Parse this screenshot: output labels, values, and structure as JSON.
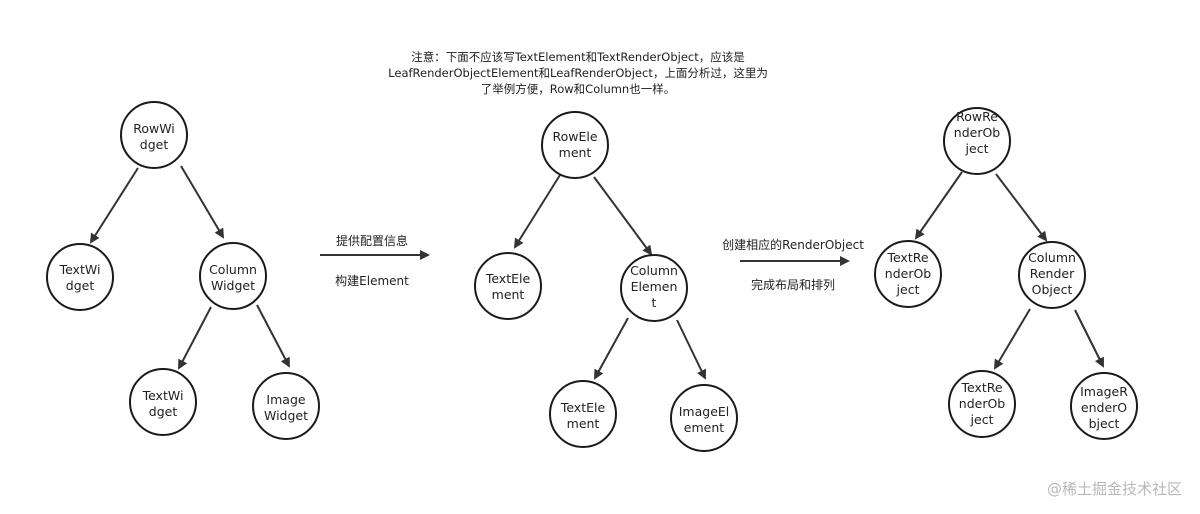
{
  "note": {
    "lines": [
      "注意：下面不应该写TextElement和TextRenderObject，应该是",
      "LeafRenderObjectElement和LeafRenderObject，上面分析过，这里为",
      "了举例方便，Row和Column也一样。"
    ]
  },
  "trees": {
    "widget": {
      "root": [
        "RowWi",
        "dget"
      ],
      "left": [
        "TextWi",
        "dget"
      ],
      "right": [
        "Column",
        "Widget"
      ],
      "right_left": [
        "TextWi",
        "dget"
      ],
      "right_right": [
        "Image",
        "Widget"
      ]
    },
    "element": {
      "root": [
        "RowEle",
        "ment"
      ],
      "left": [
        "TextEle",
        "ment"
      ],
      "right": [
        "Column",
        "Elemen",
        "t"
      ],
      "right_left": [
        "TextEle",
        "ment"
      ],
      "right_right": [
        "ImageEl",
        "ement"
      ]
    },
    "render": {
      "root": [
        "RowRe",
        "nderOb",
        "ject"
      ],
      "left": [
        "TextRe",
        "nderOb",
        "ject"
      ],
      "right": [
        "Column",
        "Render",
        "Object"
      ],
      "right_left": [
        "TextRe",
        "nderOb",
        "ject"
      ],
      "right_right": [
        "ImageR",
        "enderO",
        "bject"
      ]
    }
  },
  "arrows": {
    "first": {
      "above": "提供配置信息",
      "below": "构建Element"
    },
    "second": {
      "above": "创建相应的RenderObject",
      "below": "完成布局和排列"
    }
  },
  "watermark": "@稀土掘金技术社区"
}
